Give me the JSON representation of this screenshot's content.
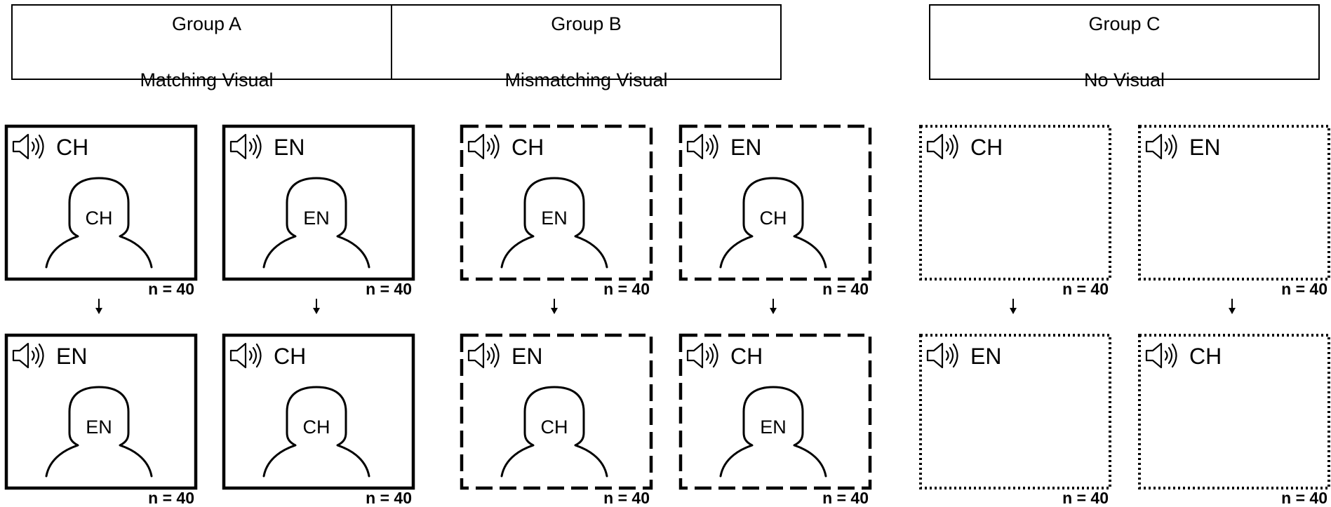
{
  "groups": [
    {
      "title": "Group A",
      "subtitle": "Matching Visual",
      "border": "solid",
      "panels": [
        {
          "audio": "CH",
          "face": "CH",
          "n": "n = 40"
        },
        {
          "audio": "EN",
          "face": "EN",
          "n": "n = 40"
        },
        {
          "audio": "EN",
          "face": "EN",
          "n": "n = 40"
        },
        {
          "audio": "CH",
          "face": "CH",
          "n": "n = 40"
        }
      ]
    },
    {
      "title": "Group B",
      "subtitle": "Mismatching Visual",
      "border": "dashed",
      "panels": [
        {
          "audio": "CH",
          "face": "EN",
          "n": "n = 40"
        },
        {
          "audio": "EN",
          "face": "CH",
          "n": "n = 40"
        },
        {
          "audio": "EN",
          "face": "CH",
          "n": "n = 40"
        },
        {
          "audio": "CH",
          "face": "EN",
          "n": "n = 40"
        }
      ]
    },
    {
      "title": "Group C",
      "subtitle": "No Visual",
      "border": "dotted",
      "panels": [
        {
          "audio": "CH",
          "face": null,
          "n": "n = 40"
        },
        {
          "audio": "EN",
          "face": null,
          "n": "n = 40"
        },
        {
          "audio": "EN",
          "face": null,
          "n": "n = 40"
        },
        {
          "audio": "CH",
          "face": null,
          "n": "n = 40"
        }
      ]
    }
  ],
  "icons": {
    "audio": "speaker-icon",
    "face": "person-silhouette-icon",
    "arrow": "down-arrow-icon"
  }
}
